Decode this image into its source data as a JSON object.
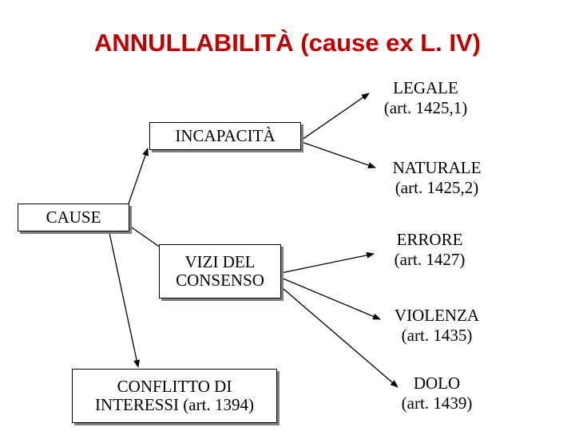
{
  "title": "ANNULLABILITÀ (cause ex L. IV)",
  "nodes": {
    "cause": "CAUSE",
    "incapacita": "INCAPACITÀ",
    "vizi_line1": "VIZI DEL",
    "vizi_line2": "CONSENSO",
    "conflitto_line1": "CONFLITTO DI",
    "conflitto_line2": "INTERESSI (art. 1394)"
  },
  "leaves": {
    "legale_line1": "LEGALE",
    "legale_line2": "(art. 1425,1)",
    "naturale_line1": "NATURALE",
    "naturale_line2": "(art. 1425,2)",
    "errore_line1": "ERRORE",
    "errore_line2": "(art. 1427)",
    "violenza_line1": "VIOLENZA",
    "violenza_line2": "(art. 1435)",
    "dolo_line1": "DOLO",
    "dolo_line2": "(art. 1439)"
  }
}
